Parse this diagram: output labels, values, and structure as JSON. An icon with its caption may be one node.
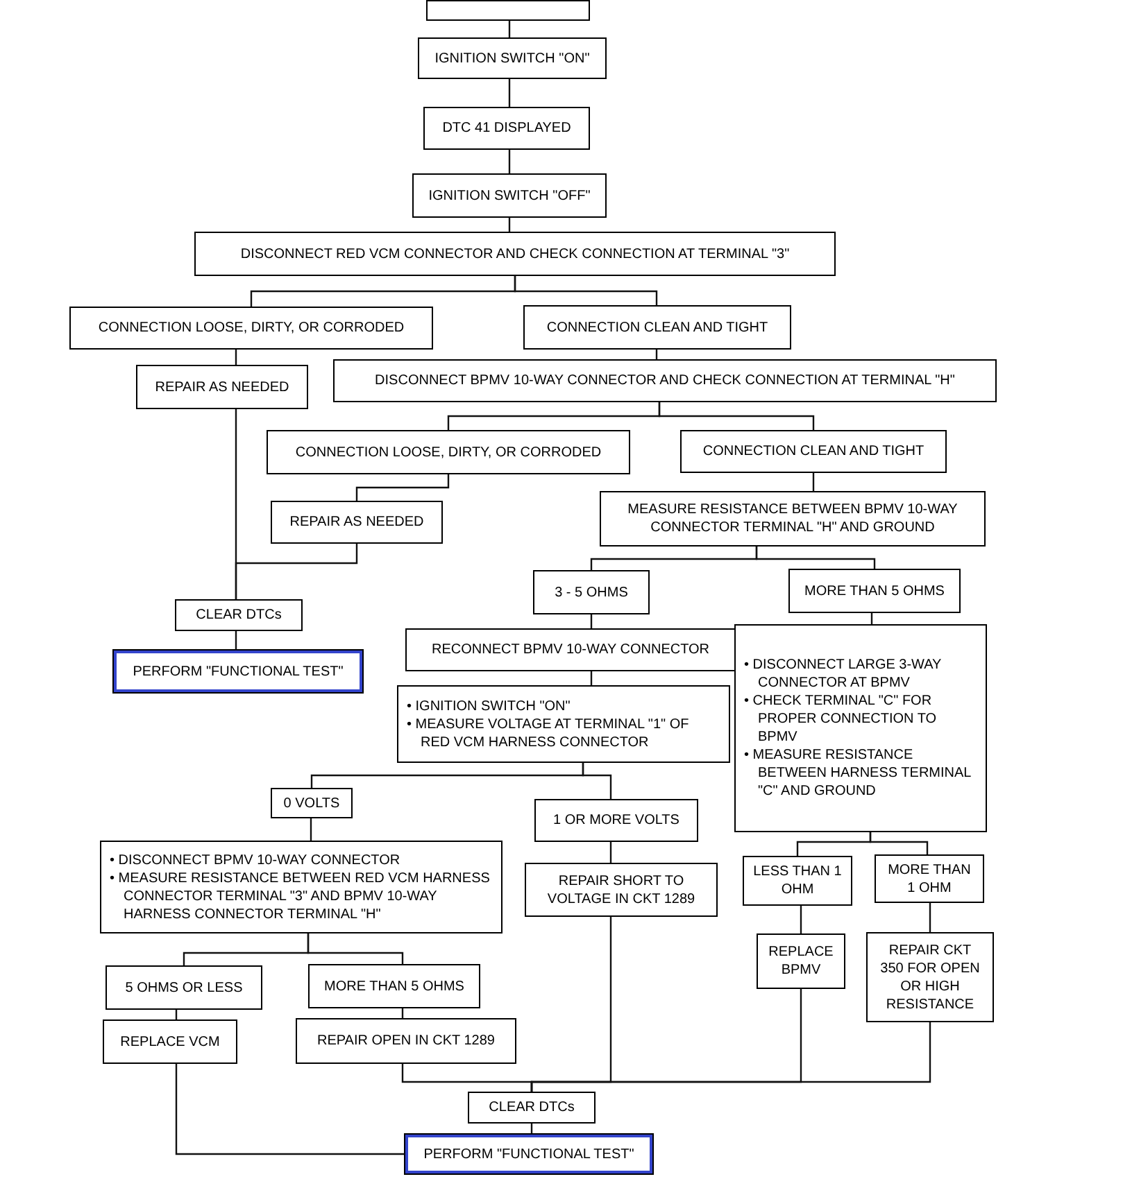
{
  "diagram": {
    "nodes": [
      {
        "text": [],
        "shape": "box"
      },
      {
        "text": [
          "IGNITION SWITCH \"ON\""
        ]
      },
      {
        "text": [
          "DTC 41 DISPLAYED"
        ]
      },
      {
        "text": [
          "IGNITION SWITCH \"OFF\""
        ]
      },
      {
        "text": [
          "DISCONNECT RED VCM CONNECTOR AND CHECK CONNECTION AT TERMINAL \"3\""
        ]
      },
      {
        "text": [
          "CONNECTION LOOSE, DIRTY, OR CORRODED"
        ]
      },
      {
        "text": [
          "CONNECTION CLEAN AND TIGHT"
        ]
      },
      {
        "text": [
          "REPAIR AS NEEDED"
        ]
      },
      {
        "text": [
          "DISCONNECT BPMV 10-WAY CONNECTOR AND CHECK CONNECTION AT TERMINAL \"H\""
        ]
      },
      {
        "text": [
          "CONNECTION LOOSE, DIRTY, OR CORRODED"
        ]
      },
      {
        "text": [
          "CONNECTION CLEAN AND TIGHT"
        ]
      },
      {
        "text": [
          "REPAIR AS NEEDED"
        ]
      },
      {
        "text": [
          "MEASURE RESISTANCE BETWEEN BPMV 10-WAY CONNECTOR TERMINAL \"H\" AND GROUND"
        ]
      },
      {
        "text": [
          "CLEAR DTCs"
        ]
      },
      {
        "text": [
          "PERFORM \"FUNCTIONAL TEST\""
        ]
      },
      {
        "text": [
          "3 - 5 OHMS"
        ]
      },
      {
        "text": [
          "MORE THAN 5 OHMS"
        ]
      },
      {
        "text": [
          "RECONNECT BPMV 10-WAY CONNECTOR"
        ]
      },
      {
        "text": [
          "• IGNITION SWITCH \"ON\"",
          "• MEASURE VOLTAGE AT TERMINAL \"1\" OF RED VCM HARNESS CONNECTOR"
        ]
      },
      {
        "text": [
          "• DISCONNECT LARGE 3-WAY CONNECTOR AT BPMV",
          "• CHECK TERMINAL \"C\" FOR PROPER CONNECTION TO BPMV",
          "• MEASURE RESISTANCE BETWEEN HARNESS TERMINAL \"C\" AND GROUND"
        ]
      },
      {
        "text": [
          "0 VOLTS"
        ]
      },
      {
        "text": [
          "1 OR MORE VOLTS"
        ]
      },
      {
        "text": [
          "• DISCONNECT BPMV 10-WAY CONNECTOR",
          "• MEASURE RESISTANCE BETWEEN RED VCM HARNESS CONNECTOR TERMINAL \"3\" AND BPMV 10-WAY HARNESS CONNECTOR TERMINAL \"H\""
        ]
      },
      {
        "text": [
          "REPAIR SHORT TO VOLTAGE IN CKT 1289"
        ]
      },
      {
        "text": [
          "LESS THAN 1 OHM"
        ]
      },
      {
        "text": [
          "MORE THAN 1 OHM"
        ]
      },
      {
        "text": [
          "5 OHMS OR LESS"
        ]
      },
      {
        "text": [
          "MORE THAN 5 OHMS"
        ]
      },
      {
        "text": [
          "REPLACE BPMV"
        ]
      },
      {
        "text": [
          "REPAIR CKT 350 FOR OPEN OR HIGH RESISTANCE"
        ]
      },
      {
        "text": [
          "REPLACE VCM"
        ]
      },
      {
        "text": [
          "REPAIR OPEN IN CKT 1289"
        ]
      },
      {
        "text": [
          "CLEAR DTCs"
        ]
      },
      {
        "text": [
          "PERFORM \"FUNCTIONAL TEST\""
        ]
      }
    ],
    "edges": [
      {
        "from": 0,
        "to": 1,
        "arrow": "none"
      },
      {
        "from": 1,
        "to": 2,
        "arrow": "none"
      },
      {
        "from": 2,
        "to": 3,
        "arrow": "none"
      },
      {
        "from": 3,
        "to": 4,
        "arrow": "none"
      },
      {
        "from": 4,
        "to": 5,
        "arrow": "none"
      },
      {
        "from": 4,
        "to": 6,
        "arrow": "none"
      },
      {
        "from": 5,
        "to": 7,
        "arrow": "none"
      },
      {
        "from": 6,
        "to": 8,
        "arrow": "none"
      },
      {
        "from": 8,
        "to": 9,
        "arrow": "none"
      },
      {
        "from": 8,
        "to": 10,
        "arrow": "none"
      },
      {
        "from": 9,
        "to": 11,
        "arrow": "none"
      },
      {
        "from": 10,
        "to": 12,
        "arrow": "none"
      },
      {
        "from": 7,
        "to": 13,
        "arrow": "none"
      },
      {
        "from": 11,
        "to": 13,
        "arrow": "none"
      },
      {
        "from": 13,
        "to": 14,
        "arrow": "none"
      },
      {
        "from": 12,
        "to": 15,
        "arrow": "none"
      },
      {
        "from": 12,
        "to": 16,
        "arrow": "none"
      },
      {
        "from": 15,
        "to": 17,
        "arrow": "none"
      },
      {
        "from": 17,
        "to": 18,
        "arrow": "none"
      },
      {
        "from": 16,
        "to": 19,
        "arrow": "none"
      },
      {
        "from": 18,
        "to": 20,
        "arrow": "none"
      },
      {
        "from": 18,
        "to": 21,
        "arrow": "none"
      },
      {
        "from": 20,
        "to": 22,
        "arrow": "none"
      },
      {
        "from": 21,
        "to": 23,
        "arrow": "none"
      },
      {
        "from": 19,
        "to": 24,
        "arrow": "none"
      },
      {
        "from": 19,
        "to": 25,
        "arrow": "none"
      },
      {
        "from": 22,
        "to": 26,
        "arrow": "none"
      },
      {
        "from": 22,
        "to": 27,
        "arrow": "none"
      },
      {
        "from": 24,
        "to": 28,
        "arrow": "none"
      },
      {
        "from": 25,
        "to": 29,
        "arrow": "none"
      },
      {
        "from": 26,
        "to": 30,
        "arrow": "none"
      },
      {
        "from": 27,
        "to": 31,
        "arrow": "none"
      },
      {
        "from": 31,
        "to": 32,
        "arrow": "none"
      },
      {
        "from": 23,
        "to": 32,
        "arrow": "none"
      },
      {
        "from": 28,
        "to": 32,
        "arrow": "none"
      },
      {
        "from": 29,
        "to": 32,
        "arrow": "none"
      },
      {
        "from": 32,
        "to": 33,
        "arrow": "none"
      },
      {
        "from": 30,
        "to": 33,
        "arrow": "none"
      }
    ]
  }
}
